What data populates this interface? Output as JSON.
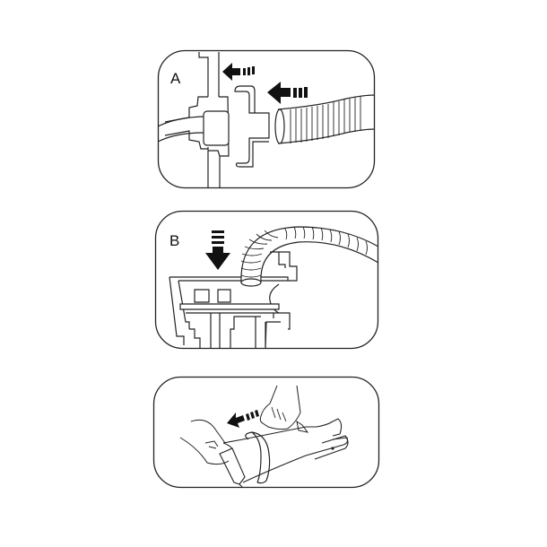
{
  "figure": {
    "description": "Three-step hose connection instruction diagram",
    "line_color": "#222222",
    "fill_color": "#ffffff",
    "arrow_color": "#111111"
  },
  "panels": [
    {
      "id": "A",
      "label": "A",
      "caption_arrows": 2,
      "action": "insert-hose-horizontal"
    },
    {
      "id": "B",
      "label": "B",
      "caption_arrows": 1,
      "action": "insert-hose-down"
    },
    {
      "id": "C",
      "label": "",
      "caption_arrows": 1,
      "action": "pull-sleeve"
    }
  ]
}
